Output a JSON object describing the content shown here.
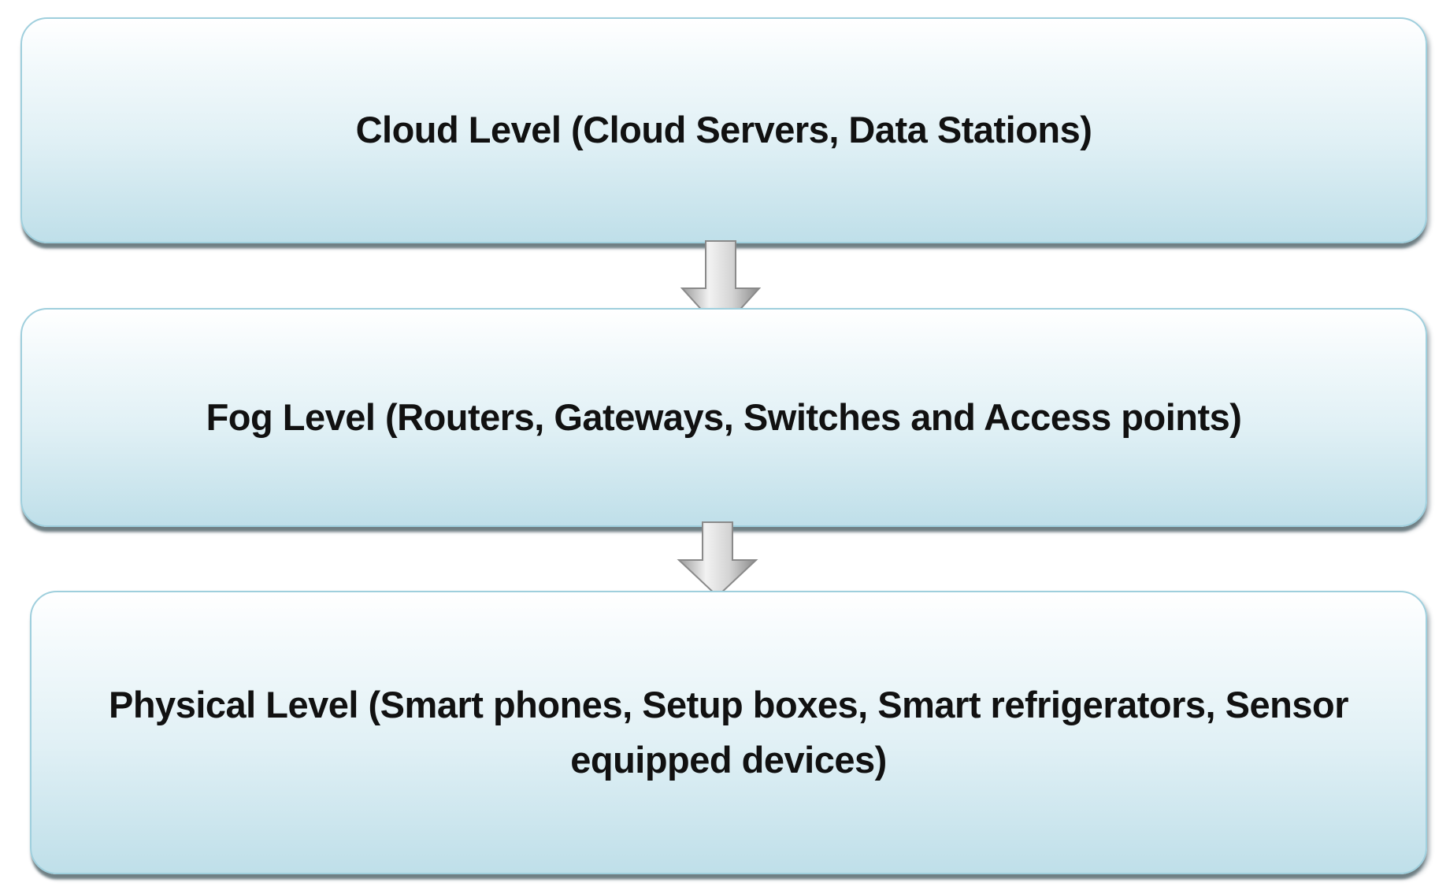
{
  "levels": {
    "cloud": "Cloud Level (Cloud Servers, Data Stations)",
    "fog": "Fog Level (Routers, Gateways, Switches and Access points)",
    "physical": "Physical Level (Smart phones, Setup boxes, Smart refrigerators, Sensor equipped devices)"
  },
  "colors": {
    "box_border": "#9fcfdd",
    "box_fill_light": "#f4fafc",
    "box_fill_dark": "#bfdfe9",
    "arrow_fill": "#c9c9c9",
    "arrow_stroke": "#8a8a8a"
  },
  "connectors": [
    {
      "from": "cloud",
      "to": "fog",
      "icon": "down-arrow-icon"
    },
    {
      "from": "fog",
      "to": "physical",
      "icon": "down-arrow-icon"
    }
  ]
}
